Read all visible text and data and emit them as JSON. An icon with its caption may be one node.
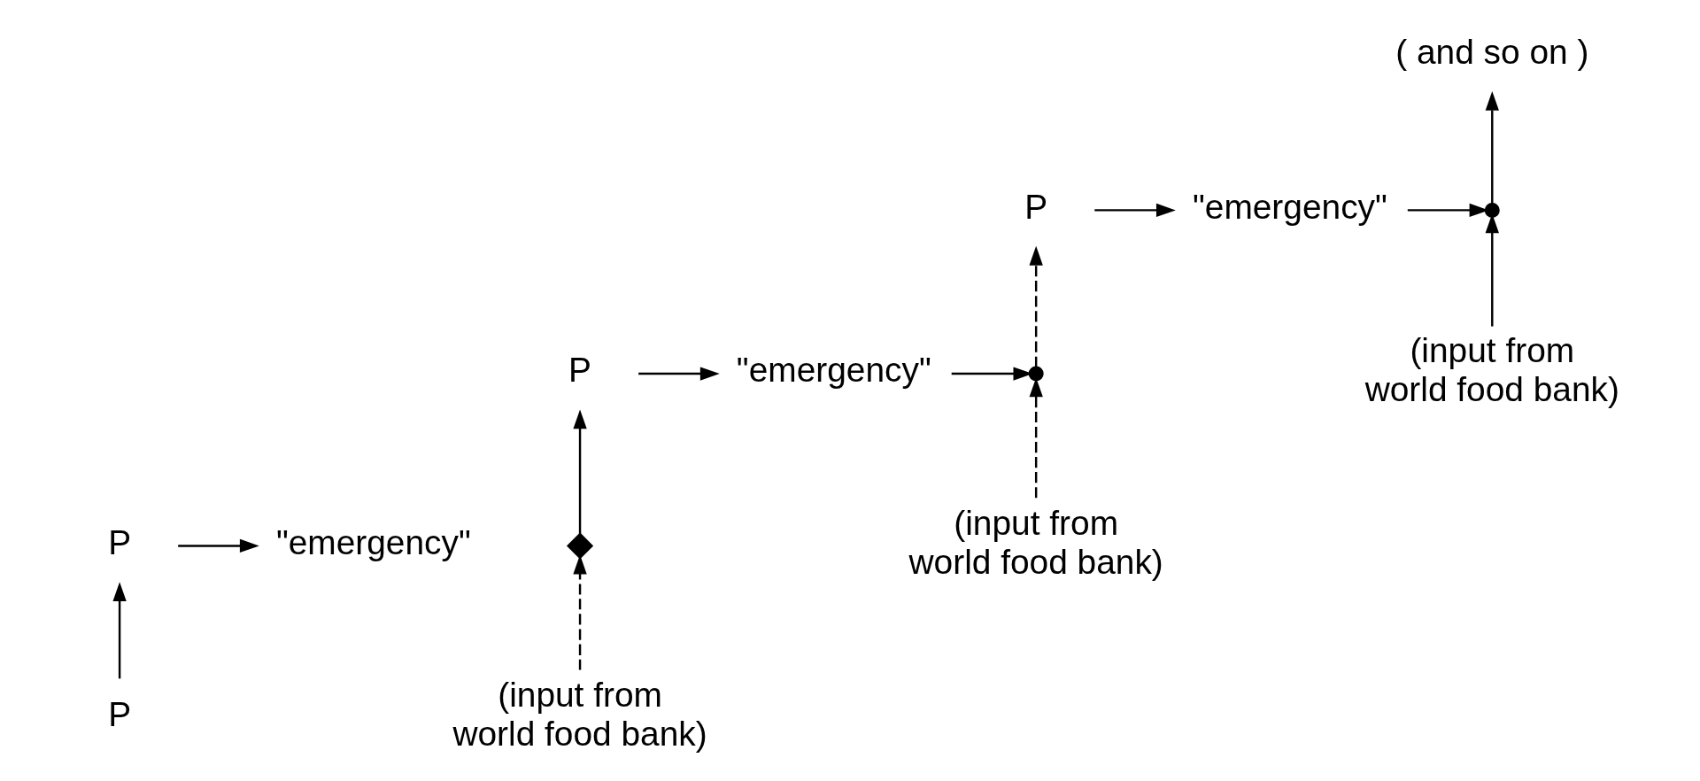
{
  "diagram": {
    "nodes": [
      {
        "text": [
          "P"
        ]
      },
      {
        "text": [
          "P"
        ]
      },
      {
        "text": [
          "\"emergency\""
        ]
      },
      {
        "text": [
          "P"
        ]
      },
      {
        "text": [],
        "shape": "diamond"
      },
      {
        "text": [
          "(input from world food bank)"
        ]
      },
      {
        "text": [
          "\"emergency\""
        ]
      },
      {
        "text": [],
        "shape": "circle"
      },
      {
        "text": [
          "(input from world food bank)"
        ]
      },
      {
        "text": [
          "P"
        ]
      },
      {
        "text": [
          "\"emergency\""
        ]
      },
      {
        "text": [],
        "shape": "circle"
      },
      {
        "text": [
          "(input from world food bank)"
        ]
      },
      {
        "text": [
          "( and so on )"
        ]
      }
    ],
    "edges": [
      {
        "from": 0,
        "to": 1,
        "arrow": "to"
      },
      {
        "from": 1,
        "to": 2,
        "arrow": "to"
      },
      {
        "from": 4,
        "to": 3,
        "arrow": "to"
      },
      {
        "from": 5,
        "to": 4,
        "arrow": "to",
        "style": "dashed"
      },
      {
        "from": 3,
        "to": 6,
        "arrow": "to"
      },
      {
        "from": 6,
        "to": 7,
        "arrow": "to"
      },
      {
        "from": 7,
        "to": 9,
        "arrow": "to",
        "style": "dashed"
      },
      {
        "from": 8,
        "to": 7,
        "arrow": "to",
        "style": "dashed"
      },
      {
        "from": 9,
        "to": 10,
        "arrow": "to"
      },
      {
        "from": 10,
        "to": 11,
        "arrow": "to"
      },
      {
        "from": 12,
        "to": 11,
        "arrow": "to"
      },
      {
        "from": 11,
        "to": 13,
        "arrow": "to"
      }
    ]
  }
}
